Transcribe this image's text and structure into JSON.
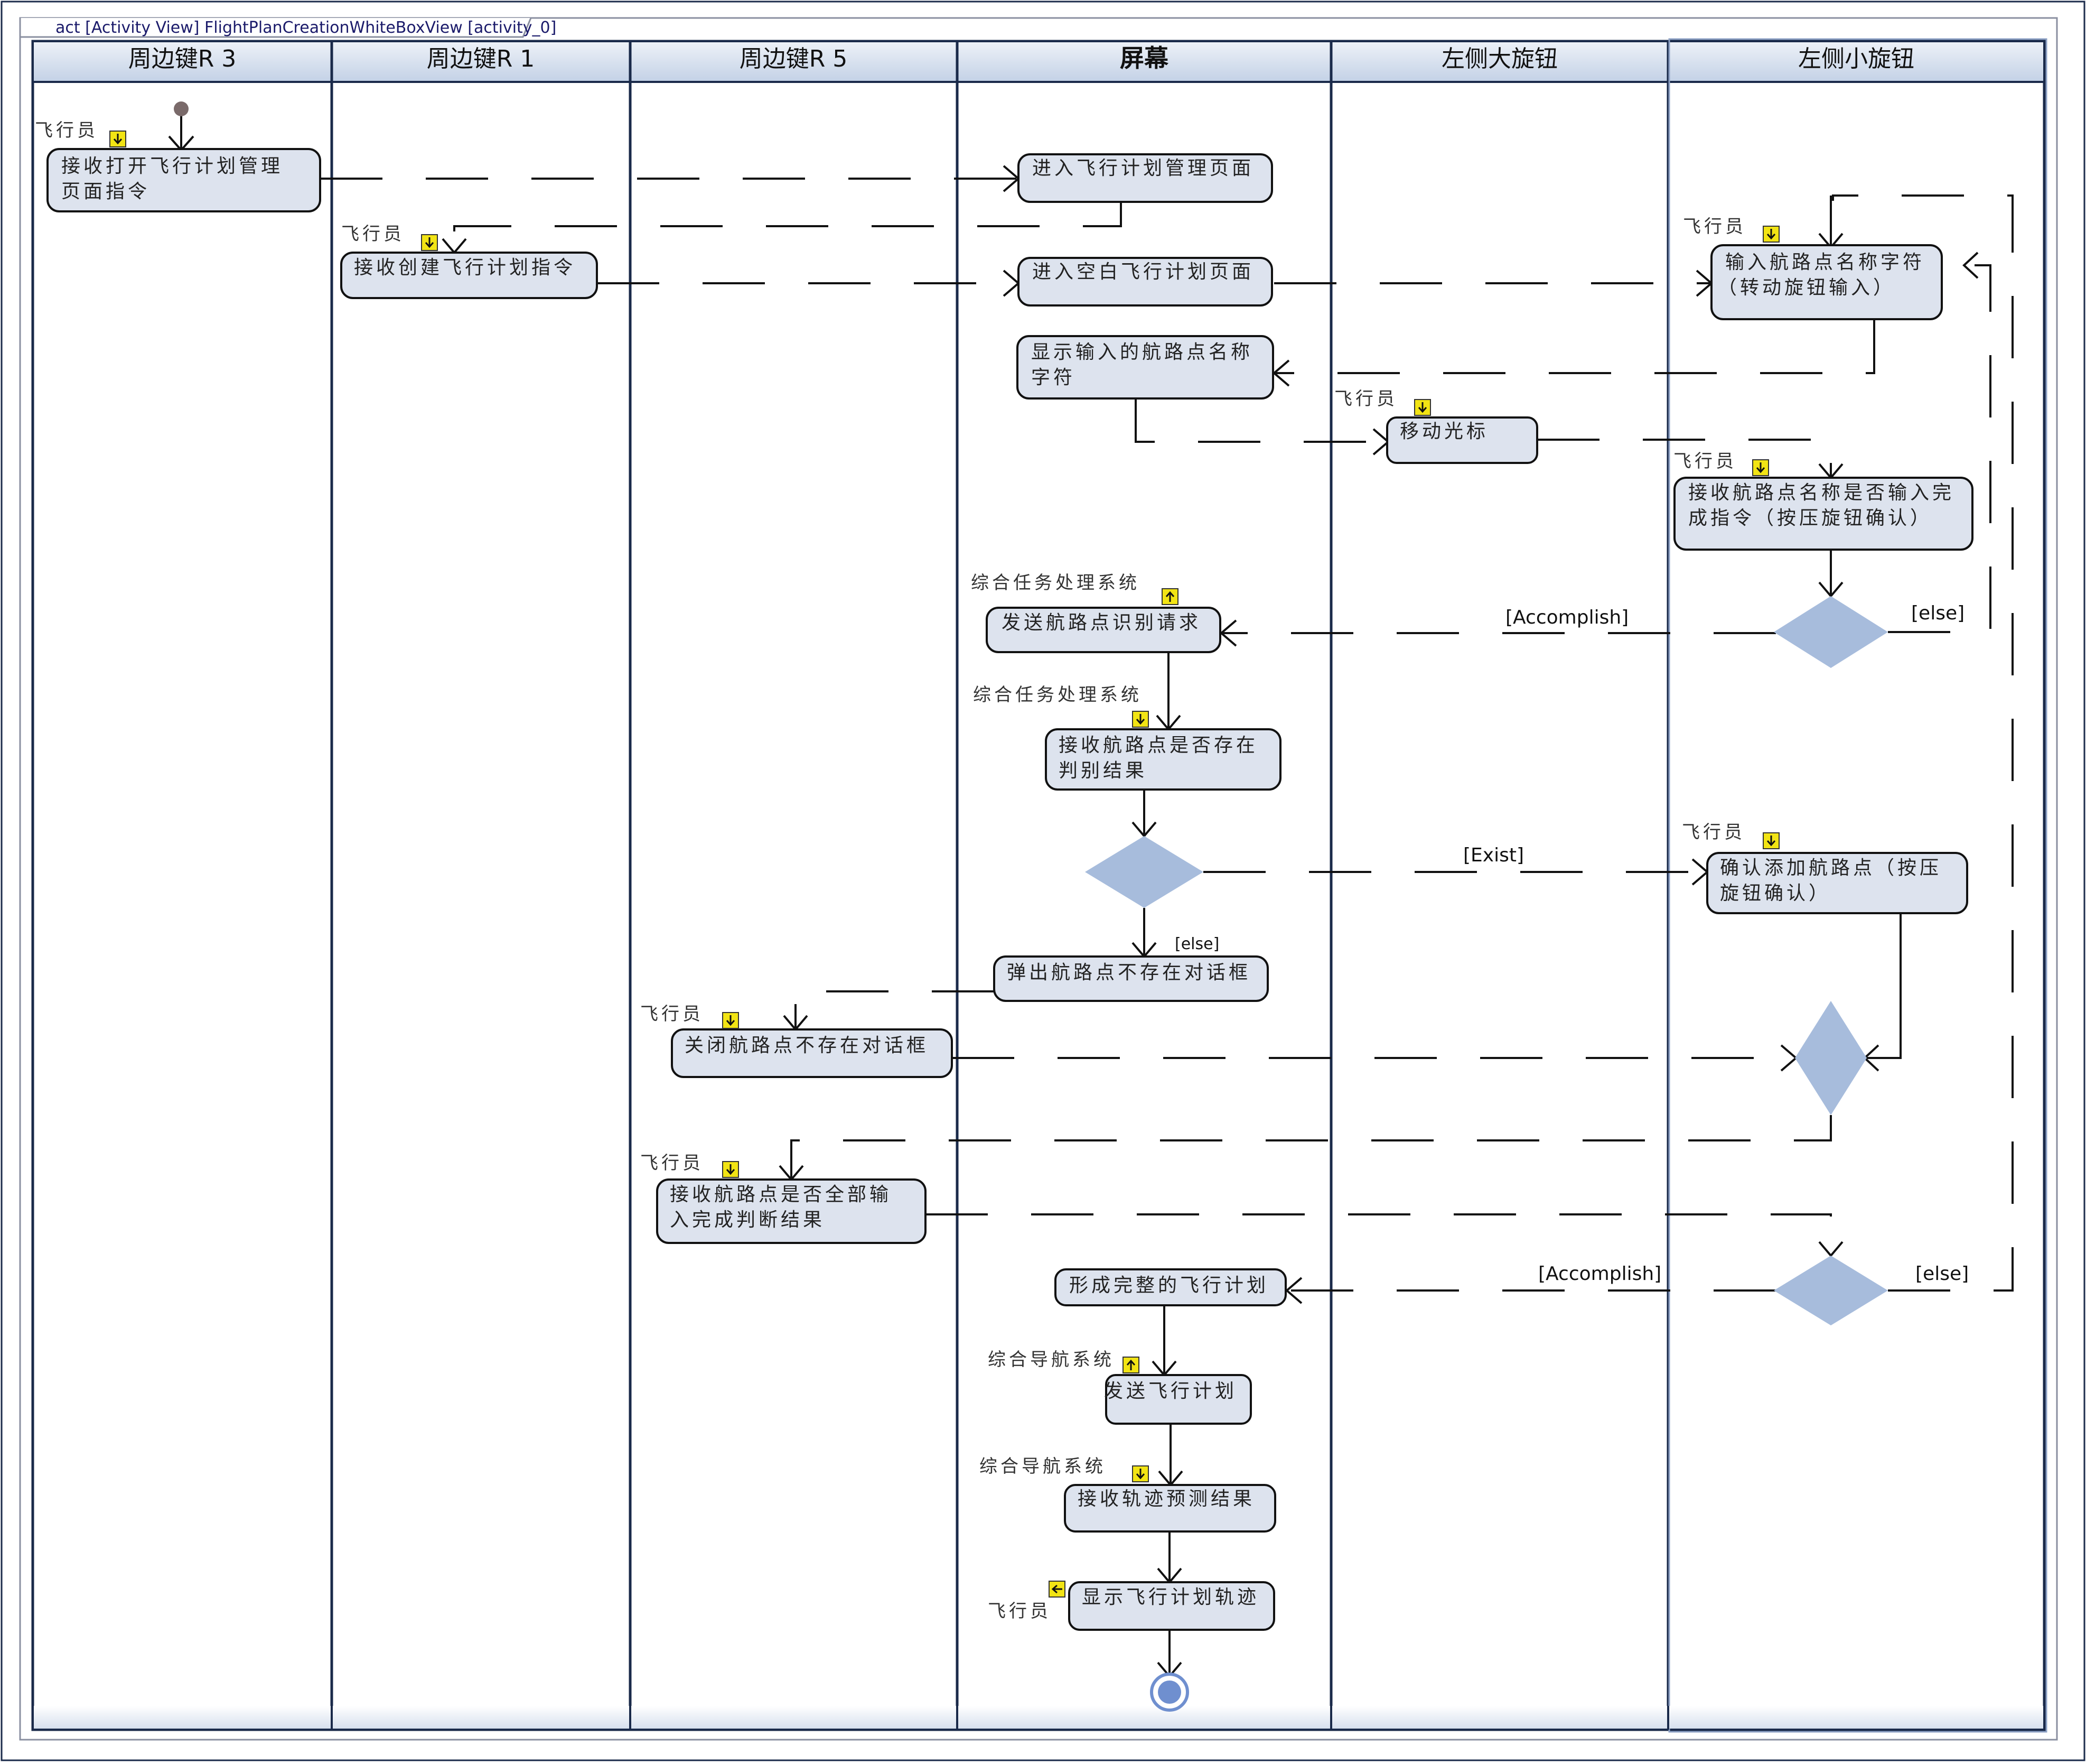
{
  "diagram": {
    "frame_label": "act [Activity View] FlightPlanCreationWhiteBoxView [activity_0]",
    "lanes": [
      {
        "id": "r3",
        "title": "周边键R 3"
      },
      {
        "id": "r1",
        "title": "周边键R 1"
      },
      {
        "id": "r5",
        "title": "周边键R 5"
      },
      {
        "id": "screen",
        "title": "屏幕"
      },
      {
        "id": "bigknob",
        "title": "左侧大旋钮"
      },
      {
        "id": "smallknob",
        "title": "左侧小旋钮"
      }
    ],
    "actions": [
      {
        "id": "a1",
        "lane": "r3",
        "lines": [
          "接收打开飞行计划管理",
          "页面指令"
        ],
        "tag": "飞行员",
        "pin": "down"
      },
      {
        "id": "a2",
        "lane": "screen",
        "lines": [
          "进入飞行计划管理页面"
        ]
      },
      {
        "id": "a3",
        "lane": "r1",
        "lines": [
          "接收创建飞行计划指令"
        ],
        "tag": "飞行员",
        "pin": "down"
      },
      {
        "id": "a4",
        "lane": "screen",
        "lines": [
          "进入空白飞行计划页面"
        ]
      },
      {
        "id": "a5",
        "lane": "smallknob",
        "lines": [
          "输入航路点名称字符",
          "（转动旋钮输入）"
        ],
        "tag": "飞行员",
        "pin": "down"
      },
      {
        "id": "a6",
        "lane": "screen",
        "lines": [
          "显示输入的航路点名称",
          "字符"
        ]
      },
      {
        "id": "a7",
        "lane": "bigknob",
        "lines": [
          "移动光标"
        ],
        "tag": "飞行员",
        "pin": "down"
      },
      {
        "id": "a8",
        "lane": "smallknob",
        "lines": [
          "接收航路点名称是否输入完",
          "成指令（按压旋钮确认）"
        ],
        "tag": "飞行员",
        "pin": "down"
      },
      {
        "id": "a9",
        "lane": "screen",
        "lines": [
          "发送航路点识别请求"
        ],
        "tag": "综合任务处理系统",
        "pin": "up"
      },
      {
        "id": "a10",
        "lane": "screen",
        "lines": [
          "接收航路点是否存在",
          "判别结果"
        ],
        "tag": "综合任务处理系统",
        "pin": "down"
      },
      {
        "id": "a11",
        "lane": "smallknob",
        "lines": [
          "确认添加航路点（按压",
          "旋钮确认）"
        ],
        "tag": "飞行员",
        "pin": "down"
      },
      {
        "id": "a12",
        "lane": "screen",
        "lines": [
          "弹出航路点不存在对话框"
        ]
      },
      {
        "id": "a13",
        "lane": "r5",
        "lines": [
          "关闭航路点不存在对话框"
        ],
        "tag": "飞行员",
        "pin": "down"
      },
      {
        "id": "a14",
        "lane": "r5",
        "lines": [
          "接收航路点是否全部输",
          "入完成判断结果"
        ],
        "tag": "飞行员",
        "pin": "down"
      },
      {
        "id": "a15",
        "lane": "screen",
        "lines": [
          "形成完整的飞行计划"
        ]
      },
      {
        "id": "a16",
        "lane": "screen",
        "lines": [
          "发送飞行计划"
        ],
        "tag": "综合导航系统",
        "pin": "up"
      },
      {
        "id": "a17",
        "lane": "screen",
        "lines": [
          "接收轨迹预测结果"
        ],
        "tag": "综合导航系统",
        "pin": "down"
      },
      {
        "id": "a18",
        "lane": "screen",
        "lines": [
          "显示飞行计划轨迹"
        ],
        "tag": "飞行员",
        "pin": "left"
      }
    ],
    "guards": {
      "accomplish_1": "[Accomplish]",
      "else_1": "[else]",
      "exist": "[Exist]",
      "else_2": "[else]",
      "accomplish_2": "[Accomplish]",
      "else_3": "[else]"
    },
    "colors": {
      "lane_header_top": "#eef2f8",
      "lane_header_bottom": "#c3d1e6",
      "action_fill": "#dde3ee",
      "decision_fill": "#a7bcdc",
      "pin_fill": "#f2e414",
      "initial_node": "#7a6a6a",
      "final_node": "#6f8fcf",
      "line": "#111111",
      "frame": "#1a2a4a",
      "frame_tab_text": "#1a1a6a"
    }
  }
}
